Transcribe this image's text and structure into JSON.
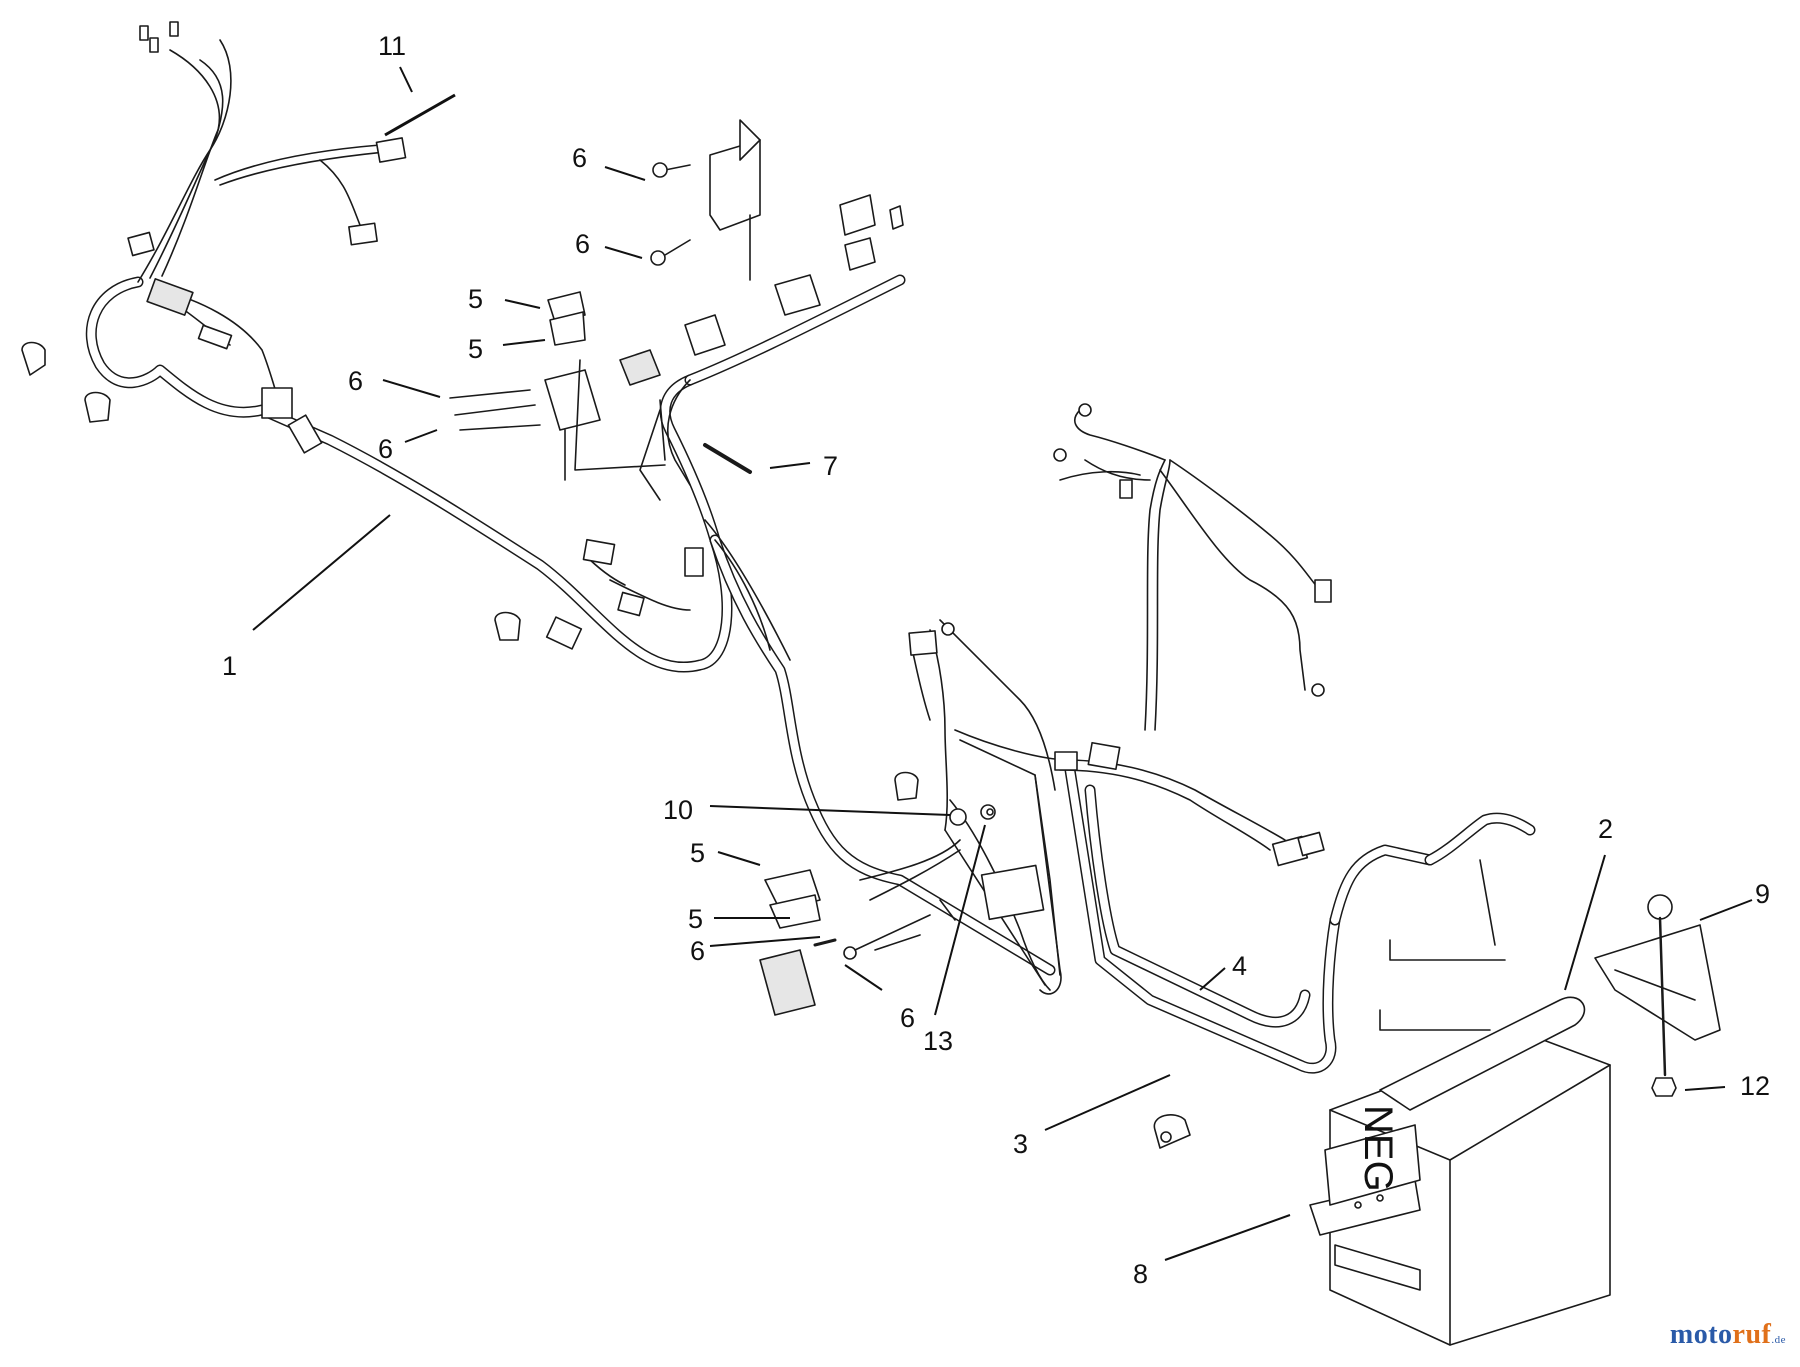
{
  "diagram": {
    "callouts": [
      "11",
      "6",
      "6",
      "5",
      "5",
      "6",
      "6",
      "7",
      "1",
      "10",
      "5",
      "5",
      "6",
      "6",
      "13",
      "4",
      "2",
      "9",
      "12",
      "3",
      "8"
    ],
    "battery_label": "NEG",
    "watermark": {
      "brand_a": "moto",
      "brand_b": "ruf",
      "tld": ".de"
    }
  }
}
